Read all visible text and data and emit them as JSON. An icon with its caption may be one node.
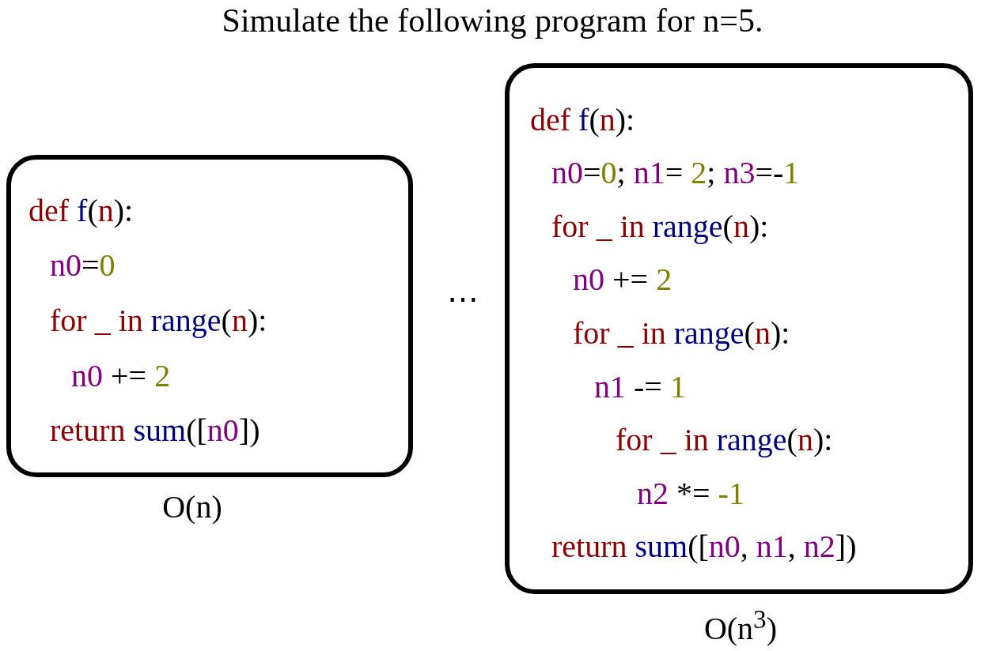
{
  "diagram": {
    "title": "Simulate the following program for n=5.",
    "nodes": [
      {
        "text": [
          "def f(n):",
          "n0=0",
          "for _ in range(n):",
          "n0 += 2",
          "return sum([n0])"
        ],
        "beside": [
          "O(n)"
        ]
      },
      {
        "text": [
          "def f(n):",
          "n0=0; n1= 2; n3=-1",
          "for _ in range(n):",
          "n0 += 2",
          "for _ in range(n):",
          "n1 -= 1",
          "for _ in range(n):",
          "n2 *= -1",
          "return sum([n0, n1, n2])"
        ],
        "beside": [
          "O(n$^{3}$)"
        ]
      }
    ],
    "edges": [],
    "labels": [
      "⋯"
    ]
  }
}
